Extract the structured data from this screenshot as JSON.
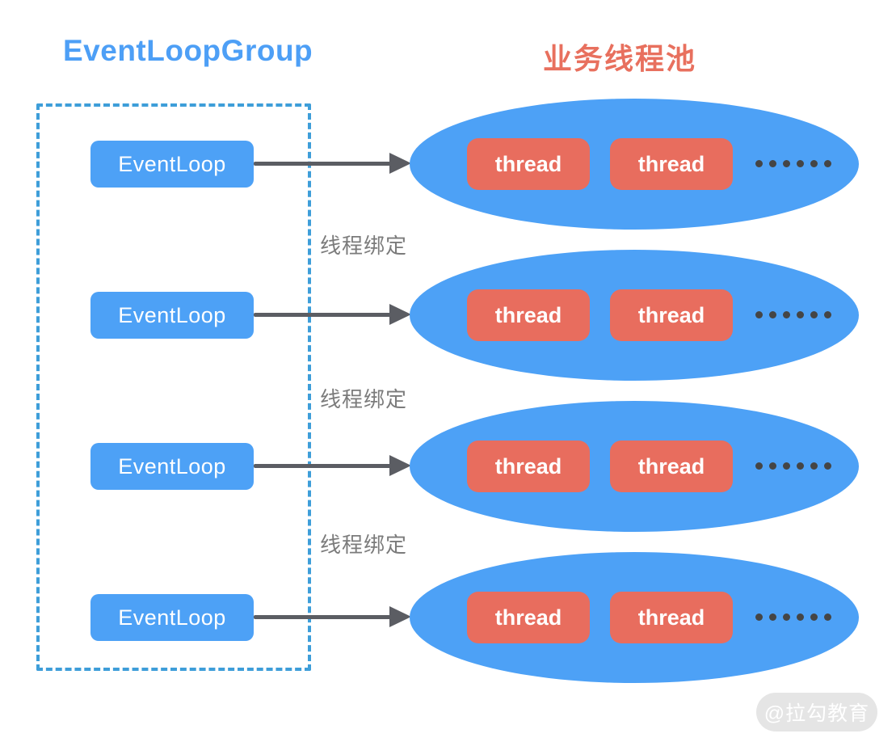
{
  "diagram": {
    "left_title": "EventLoopGroup",
    "right_title": "业务线程池",
    "rows": [
      {
        "eventloop": "EventLoop",
        "threads": [
          "thread",
          "thread"
        ]
      },
      {
        "eventloop": "EventLoop",
        "threads": [
          "thread",
          "thread"
        ]
      },
      {
        "eventloop": "EventLoop",
        "threads": [
          "thread",
          "thread"
        ]
      },
      {
        "eventloop": "EventLoop",
        "threads": [
          "thread",
          "thread"
        ]
      }
    ],
    "binding_labels": [
      "线程绑定",
      "线程绑定",
      "线程绑定"
    ],
    "ellipsis_dots_per_pool": 6,
    "watermark": "@拉勾教育"
  },
  "colors": {
    "title_blue": "#4d9ff6",
    "title_red": "#e8705e",
    "node_blue": "#4da1f6",
    "thread_salmon": "#e86d5e",
    "dashed_border": "#3e9ed9",
    "arrow_gray": "#5b5d63",
    "label_gray": "#7b7b7b",
    "dot_dark": "#454545",
    "watermark_bg": "#e5e5e5",
    "watermark_text": "#ffffff",
    "bg": "#ffffff"
  }
}
